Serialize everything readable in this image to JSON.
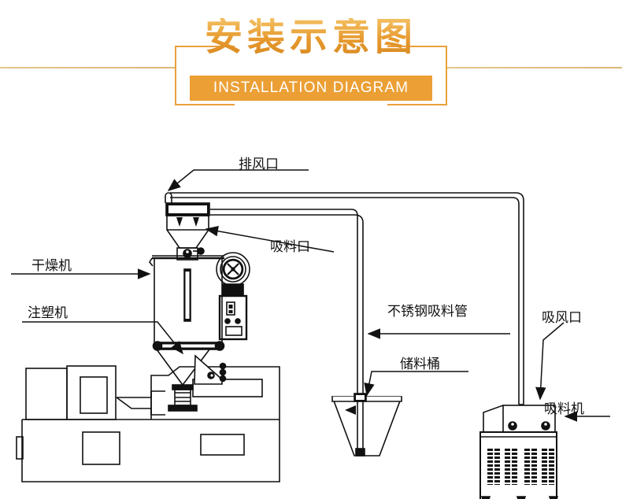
{
  "header": {
    "cn_title": "安装示意图",
    "en_title": "INSTALLATION DIAGRAM",
    "accent_color": "#eb9f34",
    "rule_color": "#ddbd80"
  },
  "diagram": {
    "title": "安装示意图",
    "line_color": "#111111",
    "background": "#ffffff",
    "labels": {
      "exhaust_outlet": "排风口",
      "suction_inlet": "吸料口",
      "dryer": "干燥机",
      "injection_machine": "注塑机",
      "stainless_pipe": "不锈钢吸料管",
      "air_inlet": "吸风口",
      "storage_bucket": "储料桶",
      "suction_loader": "吸料机"
    },
    "components": [
      {
        "name": "dryer",
        "label": "干燥机"
      },
      {
        "name": "injection-molding-machine",
        "label": "注塑机"
      },
      {
        "name": "storage-bucket",
        "label": "储料桶"
      },
      {
        "name": "suction-loader",
        "label": "吸料机"
      },
      {
        "name": "blower-fan",
        "label": ""
      },
      {
        "name": "control-box",
        "label": ""
      }
    ],
    "pipes": [
      {
        "name": "exhaust-pipe",
        "label": "排风口"
      },
      {
        "name": "suction-pipe-to-bucket",
        "label": "不锈钢吸料管"
      },
      {
        "name": "suction-pipe-to-loader",
        "label": "吸风口"
      }
    ]
  }
}
